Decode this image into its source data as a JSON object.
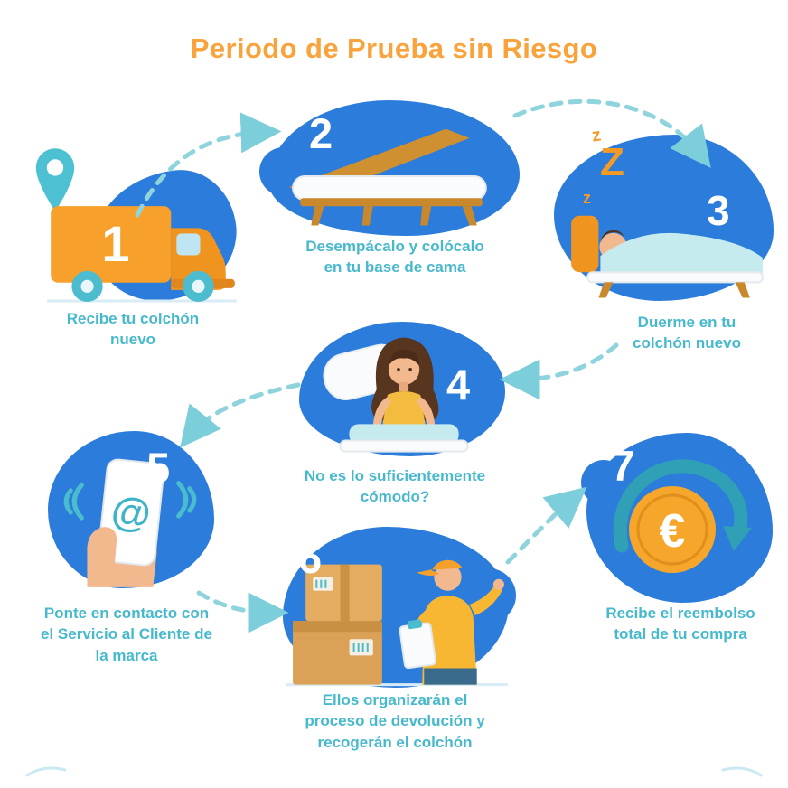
{
  "title": "Periodo de Prueba sin Riesgo",
  "steps": [
    {
      "number": "1",
      "icon": "delivery-truck-icon",
      "lines": [
        "Recibe tu colchón",
        "nuevo"
      ]
    },
    {
      "number": "2",
      "icon": "bed-base-icon",
      "lines": [
        "Desempácalo y colócalo",
        "en tu base de cama"
      ]
    },
    {
      "number": "3",
      "icon": "sleeping-person-icon",
      "zs": [
        "z",
        "Z",
        "z",
        "z"
      ],
      "lines": [
        "Duerme en tu",
        "colchón nuevo"
      ]
    },
    {
      "number": "4",
      "icon": "woman-awake-in-bed-icon",
      "lines": [
        "No es lo suficientemente",
        "cómodo?"
      ]
    },
    {
      "number": "5",
      "icon": "phone-contact-icon",
      "at_symbol": "@",
      "lines": [
        "Ponte en contacto con",
        "el Servicio al Cliente de",
        "la marca"
      ]
    },
    {
      "number": "6",
      "icon": "courier-return-boxes-icon",
      "lines": [
        "Ellos organizarán el",
        "proceso de devolución y",
        "recogerán el colchón"
      ]
    },
    {
      "number": "7",
      "icon": "euro-refund-icon",
      "currency_symbol": "€",
      "lines": [
        "Recibe el reembolso",
        "total de tu compra"
      ]
    }
  ],
  "colors": {
    "title_orange": "#F9A33D",
    "blob_blue": "#2C7CDB",
    "caption_teal": "#47B9CC",
    "arrow_teal": "#8FD4DD",
    "accent_orange": "#F5A02B",
    "coin_orange": "#F5A62B",
    "swirl_teal": "#2FA0B5"
  }
}
